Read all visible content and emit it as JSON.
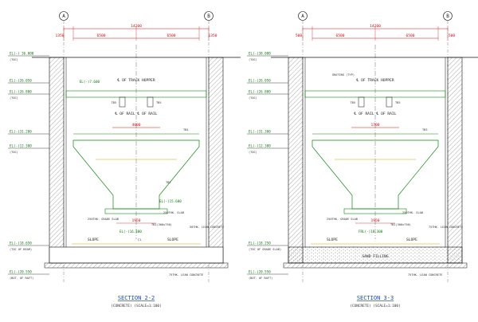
{
  "drawings": [
    {
      "id": "s22",
      "title": "SECTION 2-2",
      "subtitle": "(CONCRETE) (SCALE=1:100)",
      "grid_left": "A",
      "grid_right": "B",
      "overall_dim": "14200",
      "span_left": "6500",
      "span_right": "6500",
      "col_dim_left": "1350",
      "col_dim_right": "1350",
      "hopper_label": "℄ OF TRACK HOPPER",
      "rail_label": "℄ OF RAIL   ℄ OF RAIL",
      "beam_left": "TB5",
      "beam_right": "TB5",
      "inner_dim": "4000",
      "el_top": "EL(-)7.600",
      "tb_right": "TB4",
      "tb_mid": "TB2",
      "el_slab": "EL(-)15.600",
      "grade_slab": "250THK. GRADE SLAB",
      "slab_right": "250THK. SLAB",
      "el_mid": "EL(-)16.300",
      "tb1": "TB1(300x750)",
      "lean_right": "50THK. LEAN CONCRETE",
      "slope_l": "SLOPE",
      "slope_r": "SLOPE",
      "column": "C1",
      "lean_bottom": "75THK. LEAN CONCRETE",
      "dim_slab": "1950",
      "levels": [
        {
          "el": "EL(-) 36.000",
          "tag": "(TOC)"
        },
        {
          "el": "EL(-)26.050",
          "tag": ""
        },
        {
          "el": "EL(-)26.800",
          "tag": "(TOC)"
        },
        {
          "el": "EL(-)31.200",
          "tag": ""
        },
        {
          "el": "EL(-)12.300",
          "tag": "(TOC)"
        },
        {
          "el": "EL(-)18.650",
          "tag": "(TOC OF BEAM)"
        },
        {
          "el": "EL(-)20.550",
          "tag": "(BOT. OF RAFT)"
        }
      ]
    },
    {
      "id": "s33",
      "title": "SECTION 3-3",
      "subtitle": "(CONCRETE) (SCALE=1:100)",
      "grid_left": "A",
      "grid_right": "B",
      "overall_dim": "14200",
      "span_left": "6500",
      "span_right": "6500",
      "col_dim_left": "500",
      "col_dim_right": "500",
      "hopper_label": "℄ OF TRACK HOPPER",
      "grating": "GRATING (TYP)",
      "rail_label": "℄ OF RAIL   ℄ OF RAIL",
      "beam_left": "TB5",
      "beam_right": "TB5",
      "inner_dim": "1700",
      "el_top": "",
      "tb_right": "TB3",
      "tb_mid": "",
      "el_slab": "",
      "grade_slab": "250THK. GRADE SLAB",
      "slab_right": "250THK. SLAB",
      "el_mid": "FRL(-)18.300",
      "tb1": "TB1(300x750)",
      "lean_right": "75THK. LEAN CONCRETE",
      "slope_l": "SLOPE",
      "slope_r": "SLOPE",
      "column": "",
      "sand": "SAND FILLING",
      "lean_bottom": "75THK. LEAN CONCRETE",
      "dim_slab": "1950",
      "levels": [
        {
          "el": "EL(-)38.000",
          "tag": "(TOC)"
        },
        {
          "el": "EL(-)26.050",
          "tag": ""
        },
        {
          "el": "EL(-)26.800",
          "tag": "(TOC)"
        },
        {
          "el": "EL(-)31.300",
          "tag": ""
        },
        {
          "el": "EL(-)12.300",
          "tag": "(TOC)"
        },
        {
          "el": "EL(-)18.250",
          "tag": "(TOC OF GRADE SLAB)"
        },
        {
          "el": "EL(-)20.550",
          "tag": "(BOT. OF RAFT)"
        }
      ]
    }
  ]
}
